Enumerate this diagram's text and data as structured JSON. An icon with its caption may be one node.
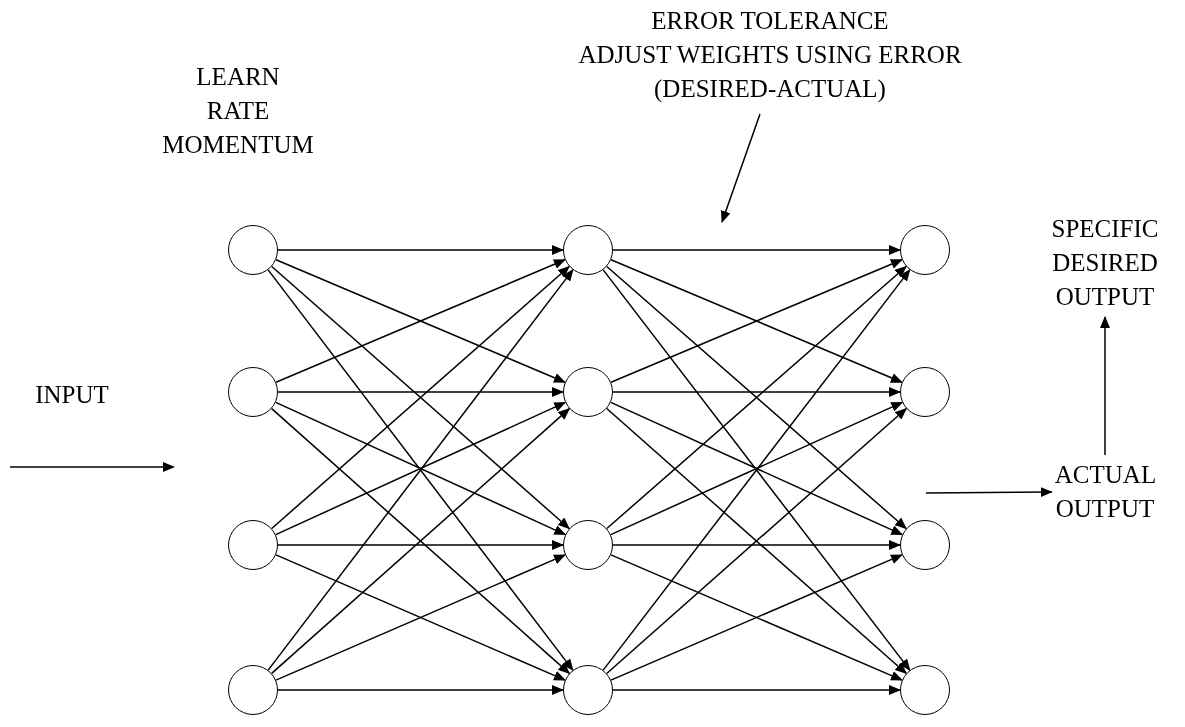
{
  "diagram": {
    "nodes": [
      {
        "text": [
          "ERROR TOLERANCE",
          "ADJUST WEIGHTS USING ERROR (DESIRED-ACTUAL)"
        ]
      },
      {
        "text": [],
        "shape": "circle"
      },
      {
        "text": [],
        "shape": "circle"
      },
      {
        "text": [],
        "shape": "circle"
      },
      {
        "text": [],
        "shape": "circle"
      },
      {
        "text": [],
        "shape": "circle"
      },
      {
        "text": [],
        "shape": "circle"
      },
      {
        "text": [],
        "shape": "circle"
      },
      {
        "text": [],
        "shape": "circle"
      },
      {
        "text": [],
        "shape": "circle"
      },
      {
        "text": [],
        "shape": "circle"
      },
      {
        "text": [],
        "shape": "circle"
      },
      {
        "text": [],
        "shape": "circle"
      },
      {
        "text": [
          "SPECIFIC DESIRED OUTPUT"
        ]
      },
      {
        "text": [
          "ACTUAL OUTPUT"
        ]
      }
    ],
    "edges": [
      {
        "from": 1,
        "to": 5,
        "arrow": "to"
      },
      {
        "from": 1,
        "to": 6,
        "arrow": "to"
      },
      {
        "from": 1,
        "to": 7,
        "arrow": "to"
      },
      {
        "from": 1,
        "to": 8,
        "arrow": "to"
      },
      {
        "from": 2,
        "to": 5,
        "arrow": "to"
      },
      {
        "from": 2,
        "to": 6,
        "arrow": "to"
      },
      {
        "from": 2,
        "to": 7,
        "arrow": "to"
      },
      {
        "from": 2,
        "to": 8,
        "arrow": "to"
      },
      {
        "from": 3,
        "to": 5,
        "arrow": "to"
      },
      {
        "from": 3,
        "to": 6,
        "arrow": "to"
      },
      {
        "from": 3,
        "to": 7,
        "arrow": "to"
      },
      {
        "from": 3,
        "to": 8,
        "arrow": "to"
      },
      {
        "from": 4,
        "to": 5,
        "arrow": "to"
      },
      {
        "from": 4,
        "to": 6,
        "arrow": "to"
      },
      {
        "from": 4,
        "to": 7,
        "arrow": "to"
      },
      {
        "from": 4,
        "to": 8,
        "arrow": "to"
      },
      {
        "from": 5,
        "to": 9,
        "arrow": "to"
      },
      {
        "from": 5,
        "to": 10,
        "arrow": "to"
      },
      {
        "from": 5,
        "to": 11,
        "arrow": "to"
      },
      {
        "from": 5,
        "to": 12,
        "arrow": "to"
      },
      {
        "from": 6,
        "to": 9,
        "arrow": "to"
      },
      {
        "from": 6,
        "to": 10,
        "arrow": "to"
      },
      {
        "from": 6,
        "to": 11,
        "arrow": "to"
      },
      {
        "from": 6,
        "to": 12,
        "arrow": "to"
      },
      {
        "from": 7,
        "to": 9,
        "arrow": "to"
      },
      {
        "from": 7,
        "to": 10,
        "arrow": "to"
      },
      {
        "from": 7,
        "to": 11,
        "arrow": "to"
      },
      {
        "from": 7,
        "to": 12,
        "arrow": "to"
      },
      {
        "from": 8,
        "to": 9,
        "arrow": "to"
      },
      {
        "from": 8,
        "to": 10,
        "arrow": "to"
      },
      {
        "from": 8,
        "to": 11,
        "arrow": "to"
      },
      {
        "from": 8,
        "to": 12,
        "arrow": "to"
      },
      {
        "from": 0,
        "to": null,
        "arrow": "to"
      },
      {
        "from": null,
        "to": 14,
        "arrow": "to"
      },
      {
        "from": 14,
        "to": 13,
        "arrow": "to"
      }
    ],
    "labels": [
      "LEARN RATE MOMENTUM",
      "INPUT"
    ]
  }
}
